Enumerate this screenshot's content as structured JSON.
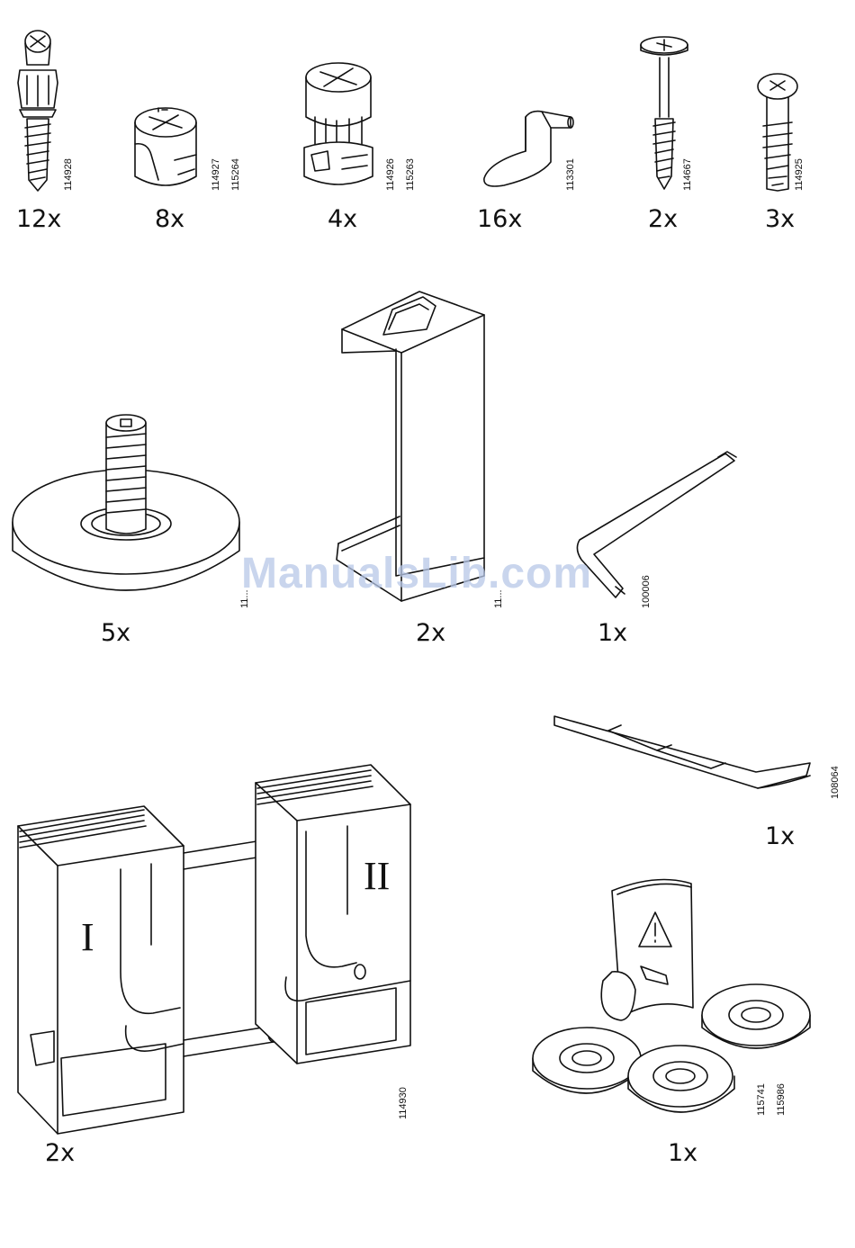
{
  "parts": [
    {
      "id": "p1",
      "quantity": "12x",
      "articles": [
        "114928"
      ]
    },
    {
      "id": "p2",
      "quantity": "8x",
      "articles": [
        "114927",
        "115264"
      ]
    },
    {
      "id": "p3",
      "quantity": "4x",
      "articles": [
        "114926",
        "115263"
      ]
    },
    {
      "id": "p4",
      "quantity": "16x",
      "articles": [
        "113301"
      ]
    },
    {
      "id": "p5",
      "quantity": "2x",
      "articles": [
        "114667"
      ]
    },
    {
      "id": "p6",
      "quantity": "3x",
      "articles": [
        "114925"
      ]
    },
    {
      "id": "p7",
      "quantity": "5x",
      "articles": [
        "11..."
      ]
    },
    {
      "id": "p8",
      "quantity": "2x",
      "articles": [
        "11..."
      ]
    },
    {
      "id": "p9",
      "quantity": "1x",
      "articles": [
        "100006"
      ]
    },
    {
      "id": "p10",
      "quantity": "1x",
      "articles": [
        "108064"
      ]
    },
    {
      "id": "p11",
      "quantity": "2x",
      "articles": [
        "114930"
      ]
    },
    {
      "id": "p12",
      "quantity": "1x",
      "articles": [
        "115741",
        "115986"
      ]
    }
  ],
  "bracket_labels": [
    "I",
    "II"
  ],
  "watermark": "ManualsLib.com",
  "icons": [
    "cam-bolt-icon",
    "cam-lock-nut-icon",
    "cam-connector-icon",
    "shelf-support-pin-icon",
    "long-screw-icon",
    "short-screw-icon",
    "leveling-foot-icon",
    "u-clip-bracket-icon",
    "allen-key-icon",
    "tape-strip-icon",
    "connector-bracket-pair-icon",
    "warning-leaflet-icon",
    "round-pad-icon"
  ]
}
